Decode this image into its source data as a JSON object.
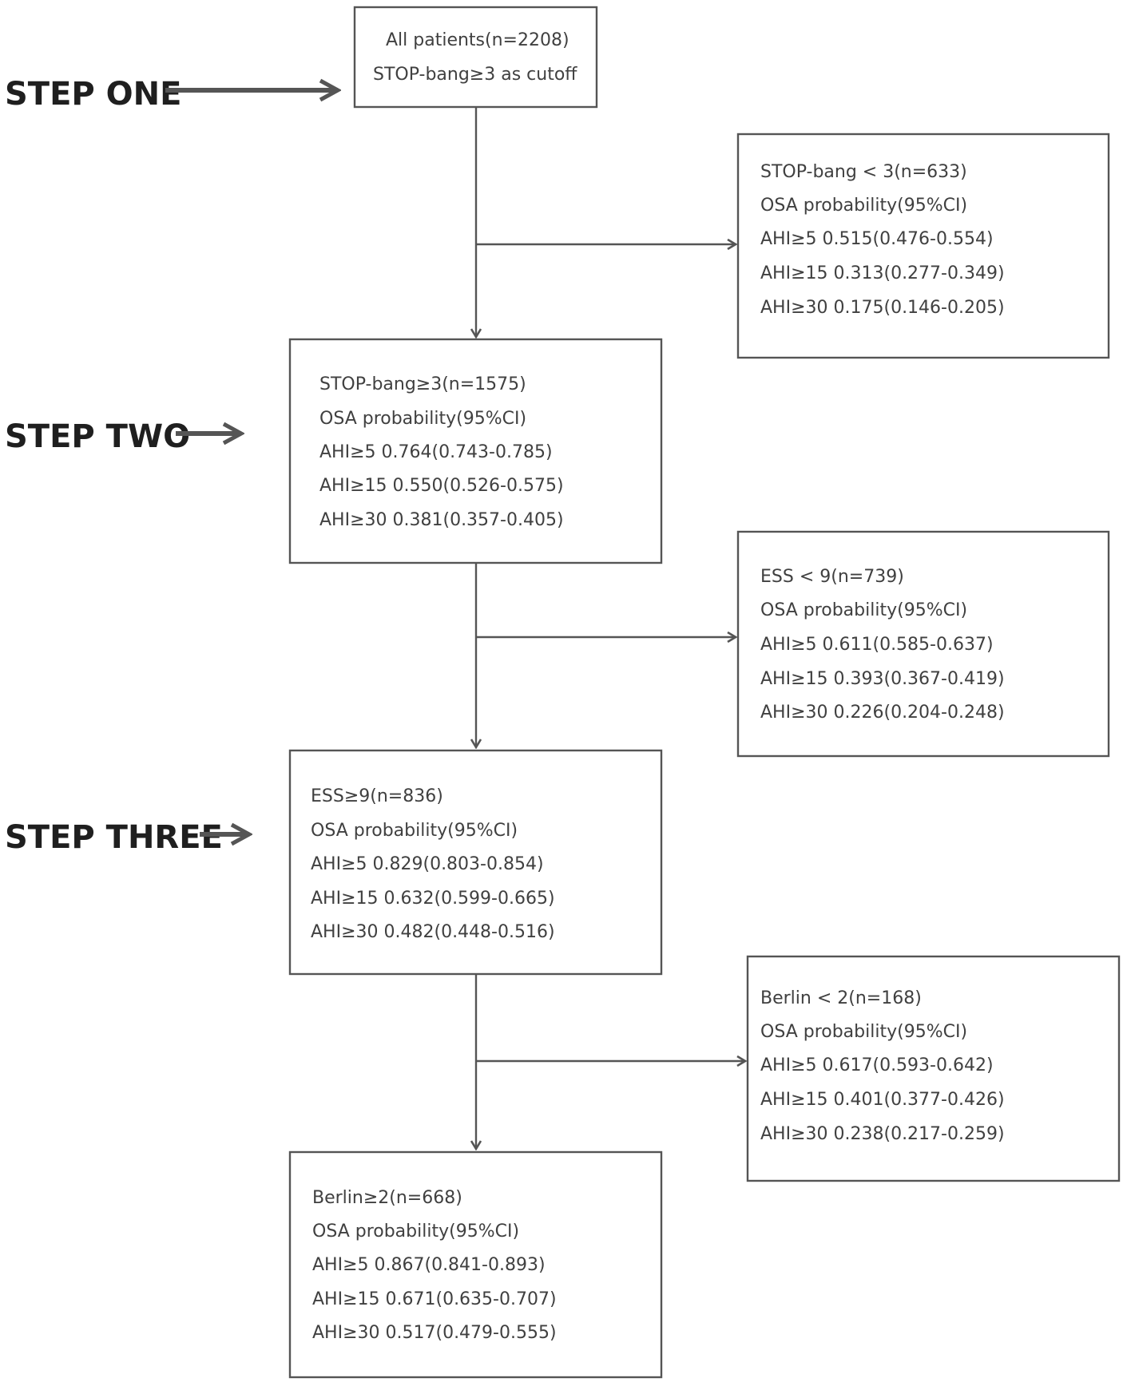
{
  "steps": [
    {
      "label": "STEP ONE"
    },
    {
      "label": "STEP TWO"
    },
    {
      "label": "STEP THREE"
    }
  ],
  "boxes": {
    "start": {
      "lines": [
        "All  patients(n=2208)",
        "STOP-bang≥3  as cutoff"
      ]
    },
    "stopbang_low": {
      "lines": [
        "STOP-bang < 3(n=633)",
        "OSA probability(95%CI)",
        "AHI≥5   0.515(0.476-0.554)",
        "AHI≥15 0.313(0.277-0.349)",
        "AHI≥30  0.175(0.146-0.205)"
      ]
    },
    "stopbang_high": {
      "lines": [
        "STOP-bang≥3(n=1575)",
        "OSA probability(95%CI)",
        "AHI≥5   0.764(0.743-0.785)",
        "AHI≥15  0.550(0.526-0.575)",
        "AHI≥30  0.381(0.357-0.405)"
      ]
    },
    "ess_low": {
      "lines": [
        "ESS < 9(n=739)",
        "OSA probability(95%CI)",
        "AHI≥5   0.611(0.585-0.637)",
        "AHI≥15  0.393(0.367-0.419)",
        "AHI≥30  0.226(0.204-0.248)"
      ]
    },
    "ess_high": {
      "lines": [
        "ESS≥9(n=836)",
        "OSA probability(95%CI)",
        "AHI≥5    0.829(0.803-0.854)",
        "AHI≥15  0.632(0.599-0.665)",
        "AHI≥30  0.482(0.448-0.516)"
      ]
    },
    "berlin_low": {
      "lines": [
        "Berlin < 2(n=168)",
        "OSA probability(95%CI)",
        "AHI≥5    0.617(0.593-0.642)",
        "AHI≥15  0.401(0.377-0.426)",
        "AHI≥30  0.238(0.217-0.259)"
      ]
    },
    "berlin_high": {
      "lines": [
        "Berlin≥2(n=668)",
        "OSA probability(95%CI)",
        "AHI≥5    0.867(0.841-0.893)",
        "AHI≥15  0.671(0.635-0.707)",
        "AHI≥30  0.517(0.479-0.555)"
      ]
    }
  }
}
